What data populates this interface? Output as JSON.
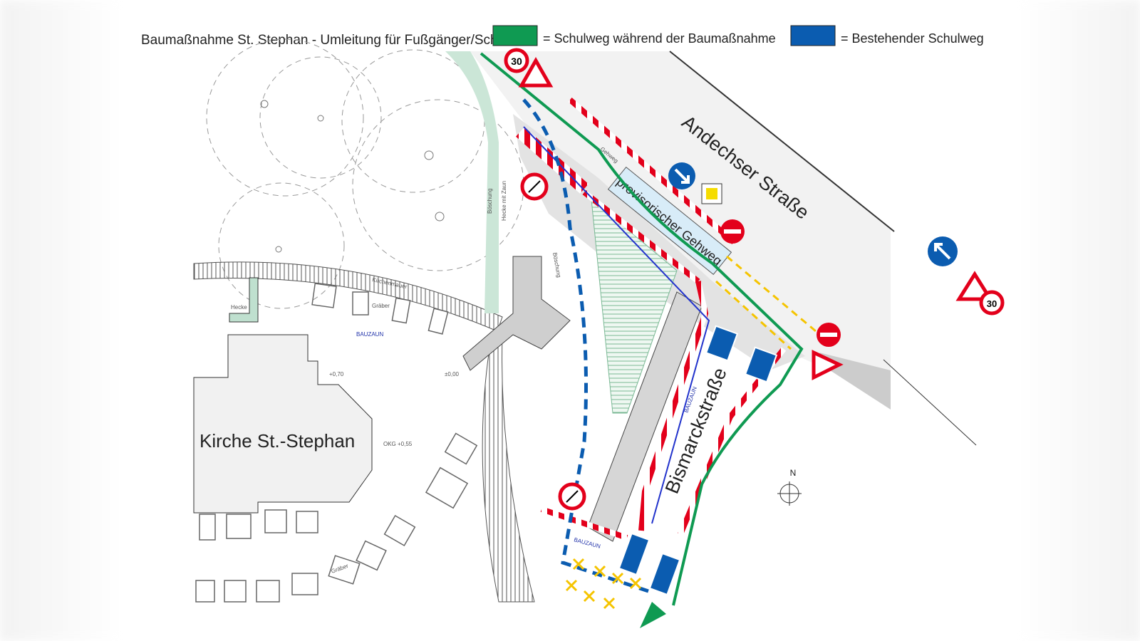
{
  "header": {
    "title": "Baumaßnahme St. Stephan - Umleitung für Fußgänger/Schüler",
    "legend": [
      {
        "label": "= Schulweg während der Baumaßnahme",
        "color": "#0f9a52"
      },
      {
        "label": "=  Bestehender Schulweg",
        "color": "#0b5cb0"
      }
    ]
  },
  "map": {
    "streets": {
      "andechser": "Andechser Straße",
      "bismarck": "Bismarckstraße"
    },
    "church": "Kirche St.-Stephan",
    "temp_sidewalk": "provisorischer Gehweg",
    "north": "N",
    "speed_limit": "30",
    "small_labels": {
      "hedge": "Hecke",
      "church_wall": "Kirchenmauer",
      "graves": "Gräber",
      "graves2": "Gräber",
      "fence": "BAUZAUN",
      "fence2": "BAUZAUN",
      "fence3": "BAUZAUN",
      "level1": "+0,70",
      "level2": "±0,00",
      "level3": "OKG +0,55",
      "sidewalk": "Gehweg",
      "slope": "Böschung",
      "hedge_fence": "Hecke mit Zaun",
      "slope2": "Böschung"
    },
    "colors": {
      "detour": "#0f9a52",
      "existing": "#0b5cb0",
      "barrier": "#e3001b",
      "warning_line": "#f5c400"
    }
  }
}
